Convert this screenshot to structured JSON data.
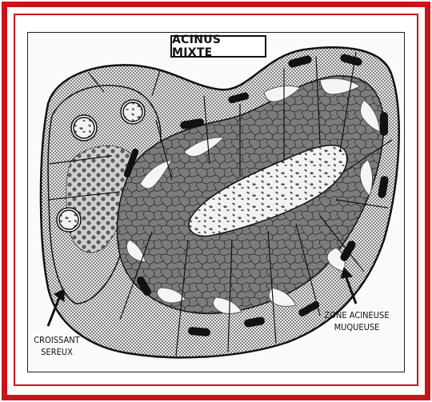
{
  "title": "ACINUS MIXTE",
  "labels": {
    "croissant_line1": "CROISSANT",
    "croissant_line2": "SEREUX",
    "zone_line1": "ZONE ACINEUSE",
    "zone_line2": "MUQUEUSE"
  },
  "colors": {
    "frame": "#c8141a",
    "cytoplasm_gray": "#808080",
    "outline": "#111111"
  }
}
